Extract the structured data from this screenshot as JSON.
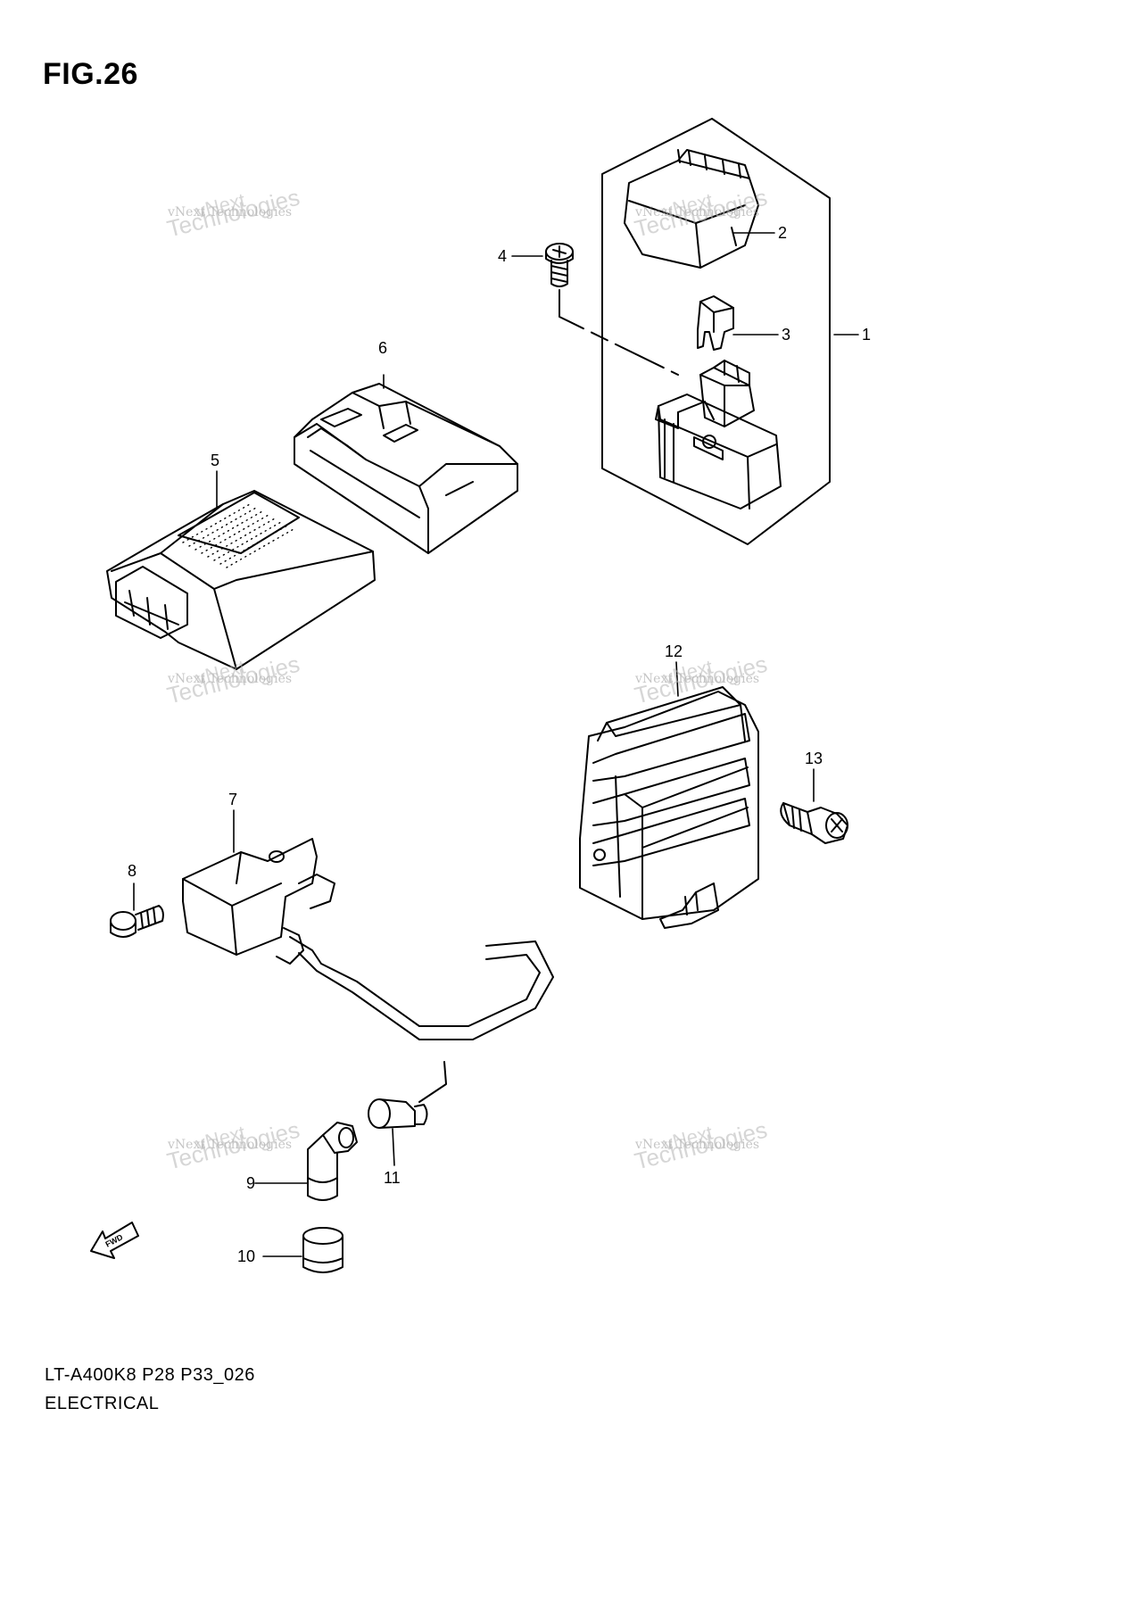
{
  "figure": {
    "title": "FIG.26"
  },
  "callouts": [
    "1",
    "2",
    "3",
    "4",
    "5",
    "6",
    "7",
    "8",
    "9",
    "10",
    "11",
    "12",
    "13"
  ],
  "fwd_label": "FWD",
  "footer": {
    "code": "LT-A400K8 P28 P33_026",
    "section": "ELECTRICAL"
  },
  "watermark": {
    "line1": "vNext Technologies",
    "line0": "vNext",
    "line2": "Technologies"
  }
}
